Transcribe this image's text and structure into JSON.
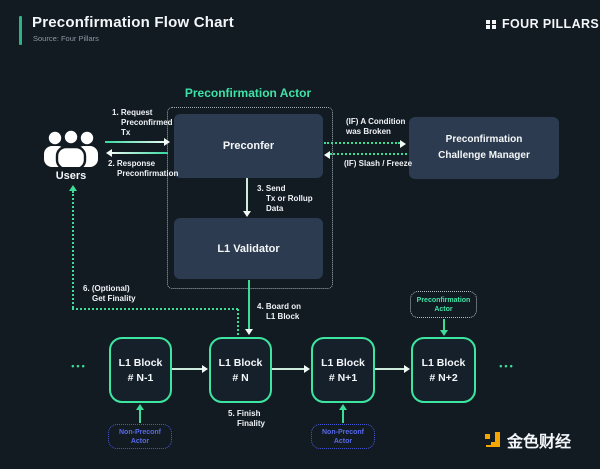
{
  "header": {
    "title": "Preconfirmation Flow Chart",
    "source_label": "Source:",
    "source_value": "Four Pillars",
    "brand": "FOUR PILLARS"
  },
  "footer": {
    "brand": "金色财经"
  },
  "diagram": {
    "group_title": "Preconfirmation Actor",
    "users": "Users",
    "preconfer": "Preconfer",
    "validator": "L1 Validator",
    "challenge": [
      "Preconfirmation",
      "Challenge Manager"
    ],
    "actor_tag": [
      "Preconfirmation",
      "Actor"
    ],
    "non_preconf": [
      "Non-Preconf",
      "Actor"
    ],
    "ellipsis": "•••",
    "labels": {
      "step1": [
        "1. Request",
        "Preconfirmed",
        "Tx"
      ],
      "step2": [
        "2. Response",
        "Preconfirmation"
      ],
      "step3": [
        "3. Send",
        "Tx or Rollup",
        "Data"
      ],
      "step4": [
        "4. Board on",
        "L1 Block"
      ],
      "step5": [
        "5. Finish",
        "Finality"
      ],
      "step6": [
        "6. (Optional)",
        "Get Finality"
      ],
      "cond": [
        "(IF) A Condition",
        "was Broken"
      ],
      "slash": "(IF) Slash / Freeze"
    },
    "blocks": [
      {
        "line1": "L1 Block",
        "line2": "# N-1"
      },
      {
        "line1": "L1 Block",
        "line2": "# N"
      },
      {
        "line1": "L1 Block",
        "line2": "# N+1"
      },
      {
        "line1": "L1 Block",
        "line2": "# N+2"
      }
    ],
    "colors": {
      "accent_green": "#3DDC97",
      "box_fill": "#2C3B4F",
      "blue": "#4758D6",
      "orange": "#F7A600",
      "background": "#121A22"
    }
  }
}
